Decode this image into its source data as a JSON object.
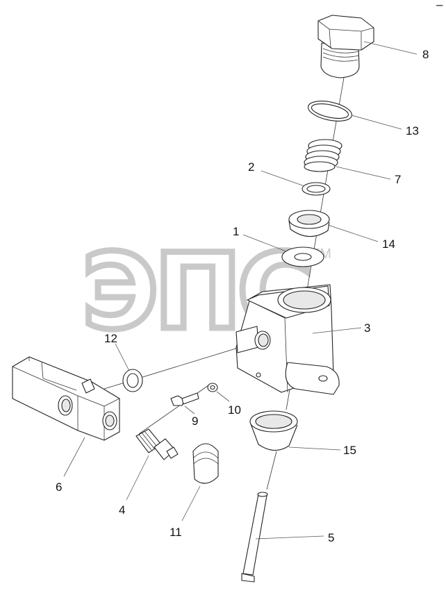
{
  "watermark": {
    "text": "ЭПС",
    "trademark": "TM"
  },
  "corner_mark": "–",
  "callouts": {
    "p1": "1",
    "p2": "2",
    "p3": "3",
    "p4": "4",
    "p5": "5",
    "p6": "6",
    "p7": "7",
    "p8": "8",
    "p9": "9",
    "p10": "10",
    "p11": "11",
    "p12": "12",
    "p13": "13",
    "p14": "14",
    "p15": "15"
  }
}
